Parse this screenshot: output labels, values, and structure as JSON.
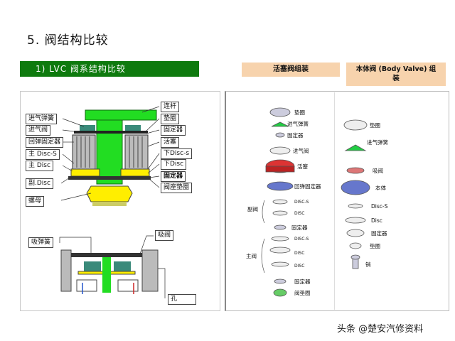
{
  "title": "5. 阀结构比较",
  "section_header": "1) LVC 阀系结构比较",
  "headers": {
    "piston": "活塞阀组装",
    "body_line1": "本体阀 (Body Valve) 组",
    "body_line2": "装"
  },
  "left_labels": {
    "spring_in": "进气弹簧",
    "valve_in": "进气阀",
    "rebound_fix": "回弹固定器",
    "main_disc_s": "主 Disc-S",
    "main_disc": "主 Disc",
    "sub_disc": "副.Disc",
    "nut": "螺母",
    "rod": "连杆",
    "washer": "垫圈",
    "fixer": "固定器",
    "piston": "活塞",
    "lower_disc_s": "下Disc-s",
    "lower_disc": "下Disc",
    "fixer2": "固定器",
    "seat_washer": "阀座垫圈",
    "suction_spring": "吸弹簧",
    "suction_valve": "吸阀",
    "hole": "孔"
  },
  "piston_labels": {
    "washer": "垫圈",
    "spring_in": "进气弹簧",
    "fixer1": "固定器",
    "valve_in": "进气阀",
    "piston": "活塞",
    "rebound_fix": "回弹固定器",
    "disc_s1": "DISC-S",
    "disc1": "DISC",
    "fixer2": "固定器",
    "disc_s2": "DISC-S",
    "disc2": "DISC",
    "disc3": "DISC",
    "seat_washer": "阀垫圈",
    "sub_valve": "副阀",
    "main_valve": "主阀"
  },
  "body_labels": {
    "washer": "垫圈",
    "spring_in": "进气弹簧",
    "suction_valve": "吸阀",
    "body": "本体",
    "disc_s": "Disc-S",
    "disc": "Disc",
    "fixer": "固定器",
    "washer2": "垫圈",
    "pin": "销"
  },
  "watermark": "头条 @楚安汽修资料",
  "colors": {
    "green_bar": "#0e7a0e",
    "header_bg": "#f7d3ad",
    "rod": "#22dd22",
    "spring": "#3a8a7a",
    "disc": "#ffee00"
  }
}
